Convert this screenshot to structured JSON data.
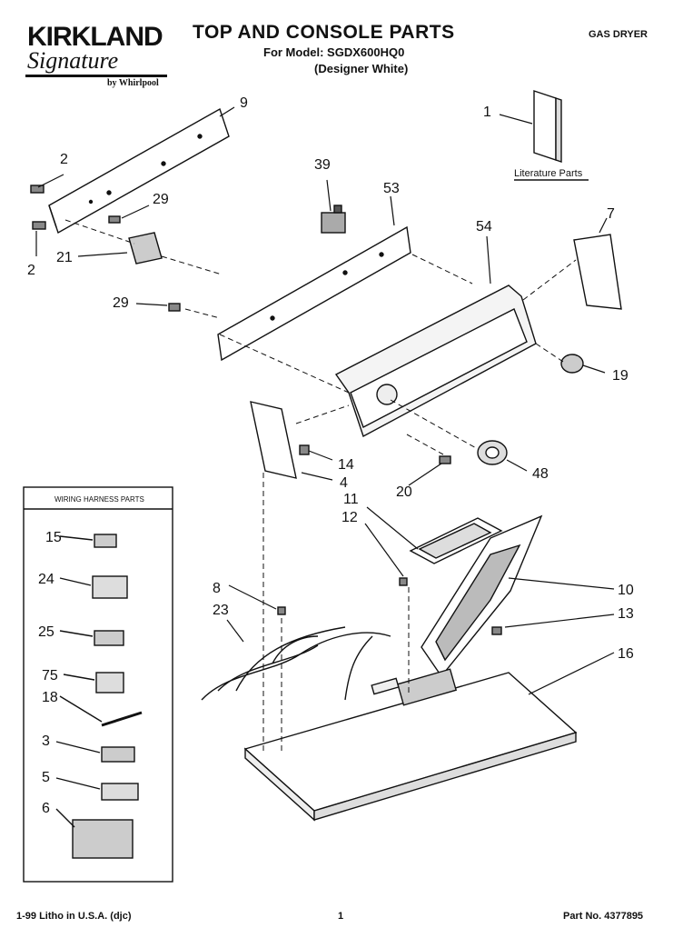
{
  "header": {
    "brand_word": "KIRKLAND",
    "brand_signature": "Signature",
    "brand_by": "by Whirlpool",
    "title": "TOP AND CONSOLE PARTS",
    "model_line": "For Model: SGDX600HQ0",
    "color_line": "(Designer White)",
    "product_type": "GAS DRYER"
  },
  "literature_label": "Literature Parts",
  "harness_box_title": "WIRING HARNESS PARTS",
  "callouts": {
    "c1": "1",
    "c2a": "2",
    "c2b": "2",
    "c9": "9",
    "c29a": "29",
    "c21": "21",
    "c29b": "29",
    "c39": "39",
    "c53": "53",
    "c54": "54",
    "c7": "7",
    "c19": "19",
    "c14": "14",
    "c4": "4",
    "c20": "20",
    "c48": "48",
    "c11": "11",
    "c12": "12",
    "c8": "8",
    "c23": "23",
    "c10": "10",
    "c13": "13",
    "c16": "16",
    "h15": "15",
    "h24": "24",
    "h25": "25",
    "h75": "75",
    "h18": "18",
    "h3": "3",
    "h5": "5",
    "h6": "6"
  },
  "footer": {
    "left": "1-99 Litho in U.S.A. (djc)",
    "page": "1",
    "part_no": "Part No. 4377895"
  }
}
